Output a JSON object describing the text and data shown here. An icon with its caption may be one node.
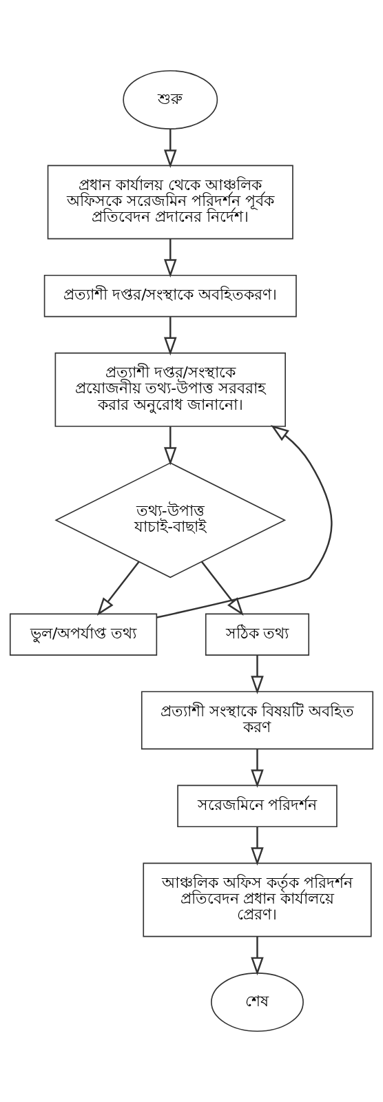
{
  "diagram": {
    "nodes": [
      {
        "text": [
          "শুরু"
        ]
      },
      {
        "text": [
          "প্রধান কার্যালয় থেকে আঞ্চলিক অফিসকে সরেজমিন পরিদর্শন পূর্বক প্রতিবেদন প্রদানের নির্দেশ।"
        ]
      },
      {
        "text": [
          "প্রত্যাশী দপ্তর/সংস্থাকে অবহিতকরণ।"
        ]
      },
      {
        "text": [
          "প্রত্যাশী দপ্তর/সংস্থাকে প্রয়োজনীয় তথ্য-উপাত্ত সরবরাহ করার অনুরোধ জানানো।"
        ]
      },
      {
        "text": [
          "তথ্য-উপাত্ত যাচাই-বাছাই"
        ]
      },
      {
        "text": [
          "ভুল/অপর্যাপ্ত তথ্য"
        ]
      },
      {
        "text": [
          "সঠিক তথ্য"
        ]
      },
      {
        "text": [
          "প্রত্যাশী সংস্থাকে বিষয়টি অবহিত করণ"
        ]
      },
      {
        "text": [
          "সরেজমিনে পরিদর্শন"
        ]
      },
      {
        "text": [
          "আঞ্চলিক অফিস কর্তৃক পরিদর্শন প্রতিবেদন প্রধান কার্যালয়ে প্রেরণ।"
        ]
      },
      {
        "text": [
          "শেষ"
        ]
      }
    ],
    "edges": [
      {
        "from": 0,
        "to": 1,
        "arrow": "to"
      },
      {
        "from": 1,
        "to": 2,
        "arrow": "to"
      },
      {
        "from": 2,
        "to": 3,
        "arrow": "to"
      },
      {
        "from": 3,
        "to": 4,
        "arrow": "to"
      },
      {
        "from": 4,
        "to": 5,
        "arrow": "to"
      },
      {
        "from": 4,
        "to": 6,
        "arrow": "to"
      },
      {
        "from": 5,
        "to": 3,
        "arrow": "to"
      },
      {
        "from": 6,
        "to": 7,
        "arrow": "to"
      },
      {
        "from": 7,
        "to": 8,
        "arrow": "to"
      },
      {
        "from": 8,
        "to": 9,
        "arrow": "to"
      },
      {
        "from": 9,
        "to": 10,
        "arrow": "to"
      }
    ]
  }
}
